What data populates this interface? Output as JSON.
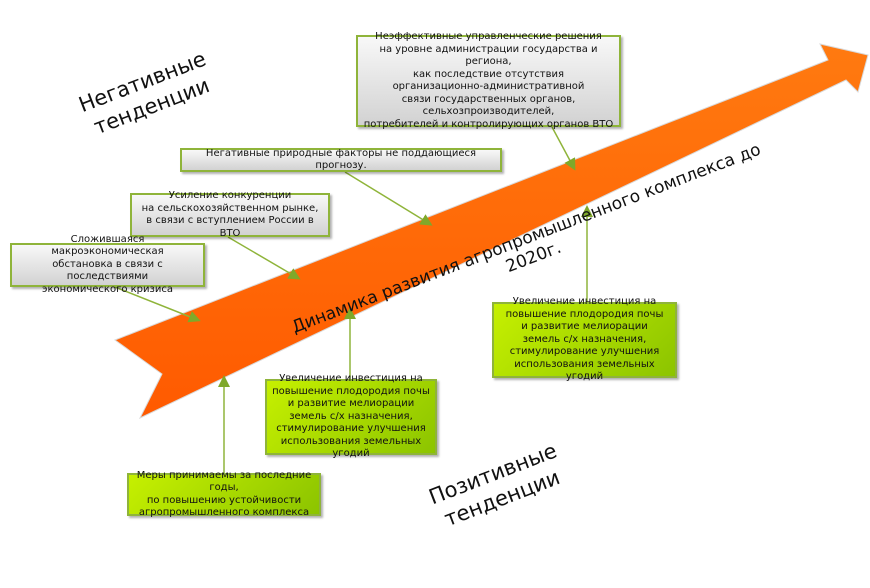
{
  "arrow": {
    "label": "Динамика развития агропромышленного комплекса до 2020г.",
    "color": "#ff6a00"
  },
  "negative": {
    "title": "Негативные\nтенденции",
    "items": [
      "Неэффективные управленческие решения\nна уровне администрации государства и региона,\nкак последствие отсутствия\nорганизационно-административной\nсвязи государственных органов,\nсельхозпроизводителей,\nпотребителей и контролирующих органов ВТО",
      "Негативные природные факторы не поддающиеся прогнозу.",
      "Усиление конкуренции\nна сельскохозяйственном рынке,\nв связи с вступлением России в ВТО",
      "Сложившаяся макроэкономическая\nобстановка в связи с последствиями\nэкономического кризиса"
    ]
  },
  "positive": {
    "title": "Позитивные\nтенденции",
    "items": [
      "Увеличение инвестиция на\nповышение плодородия почы\nи развитие мелиорации\nземель с/х назначения,\nстимулирование улучшения\nиспользования земельных угодий",
      "Увеличение инвестиция на\nповышение плодородия почы\nи развитие мелиорации\nземель с/х назначения,\nстимулирование улучшения\nиспользования земельных угодий",
      "Меры принимаемы за последние годы,\nпо повышению устойчивости\nагропромышленного комплекса"
    ]
  }
}
